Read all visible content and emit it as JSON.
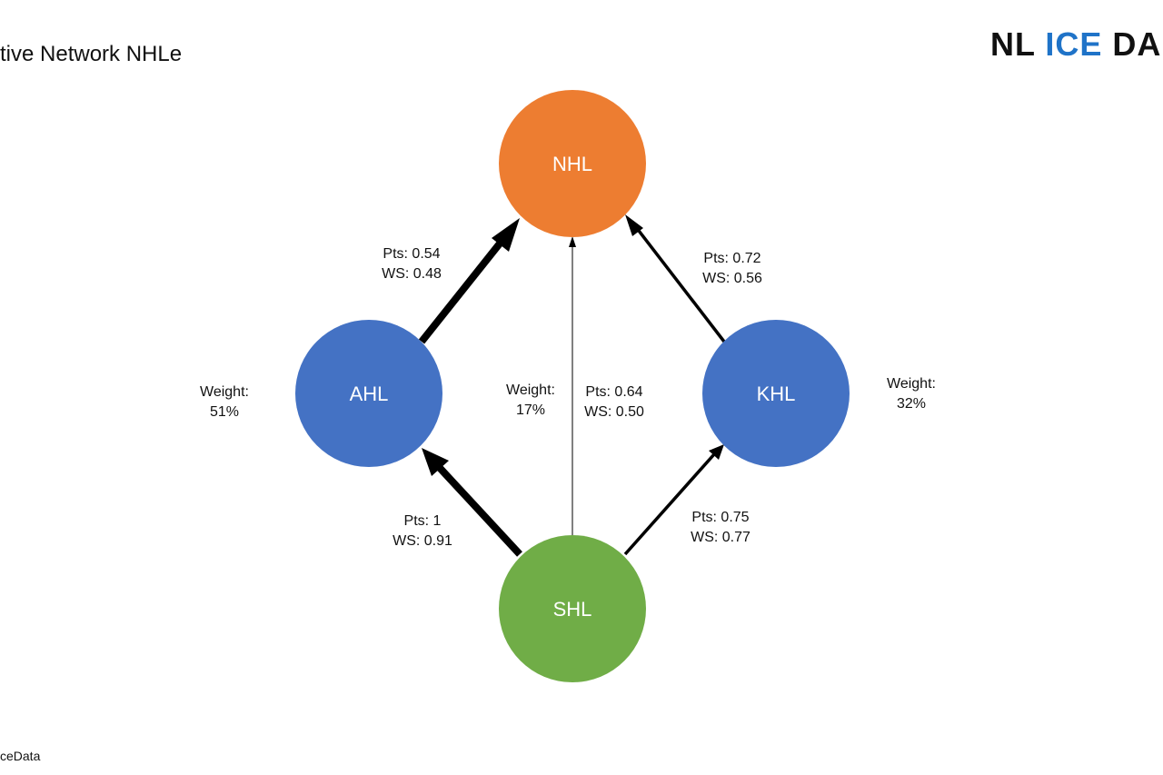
{
  "title": "tive Network NHLe",
  "logo": {
    "part1": "NL ",
    "part2": "ICE",
    "part3": " DA",
    "accent_color": "#1f73c8"
  },
  "footer": "ceData",
  "nodes": {
    "nhl": {
      "label": "NHL",
      "color": "#ed7d31"
    },
    "ahl": {
      "label": "AHL",
      "color": "#4472c4"
    },
    "khl": {
      "label": "KHL",
      "color": "#4472c4"
    },
    "shl": {
      "label": "SHL",
      "color": "#70ad47"
    }
  },
  "edges": {
    "ahl_nhl": {
      "pts": "Pts: 0.54",
      "ws": "WS: 0.48"
    },
    "khl_nhl": {
      "pts": "Pts: 0.72",
      "ws": "WS: 0.56"
    },
    "shl_nhl": {
      "pts": "Pts: 0.64",
      "ws": "WS: 0.50"
    },
    "shl_ahl": {
      "pts": "Pts: 1",
      "ws": "WS: 0.91"
    },
    "shl_khl": {
      "pts": "Pts: 0.75",
      "ws": "WS: 0.77"
    }
  },
  "weights": {
    "ahl": {
      "label": "Weight:",
      "value": "51%"
    },
    "direct": {
      "label": "Weight:",
      "value": "17%"
    },
    "khl": {
      "label": "Weight:",
      "value": "32%"
    }
  }
}
